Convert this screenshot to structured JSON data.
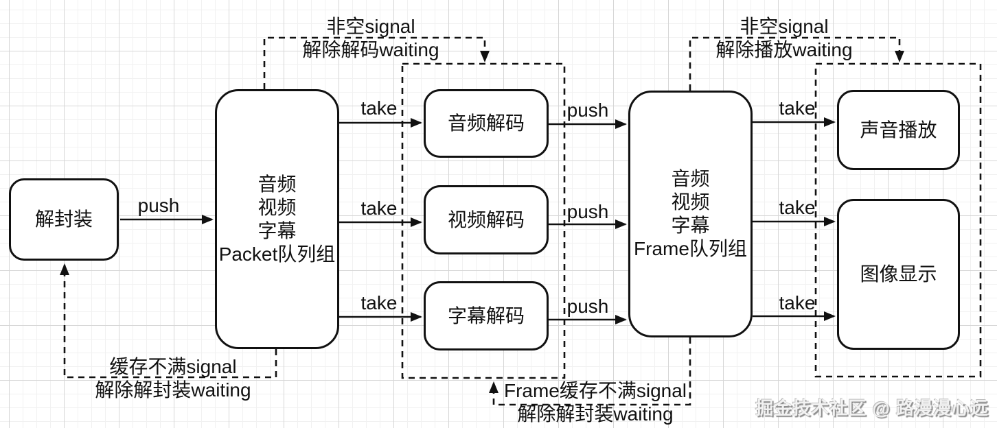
{
  "diagram": {
    "nodes": {
      "demux": {
        "label": "解封装"
      },
      "packet_queue": {
        "label": "音频\n视频\n字幕\nPacket队列组"
      },
      "audio_decode": {
        "label": "音频解码"
      },
      "video_decode": {
        "label": "视频解码"
      },
      "subtitle_decode": {
        "label": "字幕解码"
      },
      "frame_queue": {
        "label": "音频\n视频\n字幕\nFrame队列组"
      },
      "sound_play": {
        "label": "声音播放"
      },
      "image_display": {
        "label": "图像显示"
      }
    },
    "edges": [
      {
        "label": "push"
      },
      {
        "label": "take"
      },
      {
        "label": "take"
      },
      {
        "label": "take"
      },
      {
        "label": "push"
      },
      {
        "label": "push"
      },
      {
        "label": "push"
      },
      {
        "label": "take"
      },
      {
        "label": "take"
      },
      {
        "label": "take"
      }
    ],
    "signals": [
      {
        "label": "非空signal\n解除解码waiting"
      },
      {
        "label": "非空signal\n解除播放waiting"
      },
      {
        "label": "缓存不满signal\n解除解封装waiting"
      },
      {
        "label": "Frame缓存不满signal\n解除解封装waiting"
      }
    ],
    "watermark": "掘金技术社区 @ 路漫漫心远",
    "colors": {
      "line": "#111111",
      "node_bg": "#ffffff",
      "grid_minor": "#f1f1f1",
      "grid_major": "#d6d6d6"
    }
  }
}
